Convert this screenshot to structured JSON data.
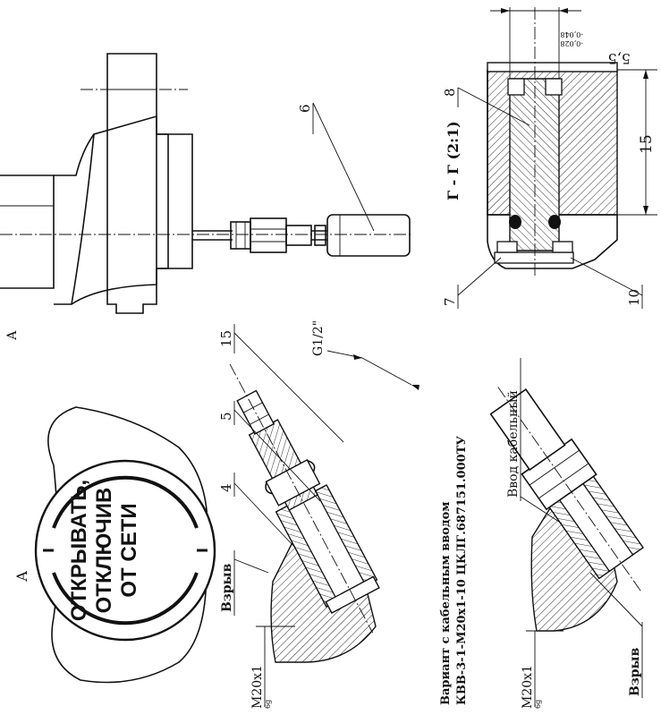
{
  "labels": {
    "callout_15_top": "15",
    "callout_5": "5",
    "callout_4": "4",
    "callout_6": "6",
    "callout_8": "8",
    "callout_7": "7",
    "callout_10": "10",
    "view_a": "А",
    "view_a_side": "А",
    "section_title": "Г - Г (2:1)",
    "dim_15": "15",
    "dim_5_5": "5,5",
    "dim_tol_upper": "-0,028",
    "dim_tol_lower": "-0,048",
    "thread_g12": "G1/2\"",
    "thread_m20_top": "M20x1",
    "thread_m20_top_tol": "6g",
    "thread_m20_bottom": "M20x1",
    "thread_m20_bottom_tol": "6g",
    "vzryv_top": "Взрыв",
    "vzryv_bottom": "Взрыв",
    "cable_entry": "Ввод кабельный",
    "variant_line1": "Вариант с кабельным вводом",
    "variant_line2": "КВВ-3-1-М20х1-10 ЦКЛГ.687151.000ТУ"
  },
  "plate": {
    "line1": "ОТКРЫВАТЬ,",
    "line2": "ОТКЛЮЧИВ",
    "line3": "ОТ СЕТИ"
  }
}
